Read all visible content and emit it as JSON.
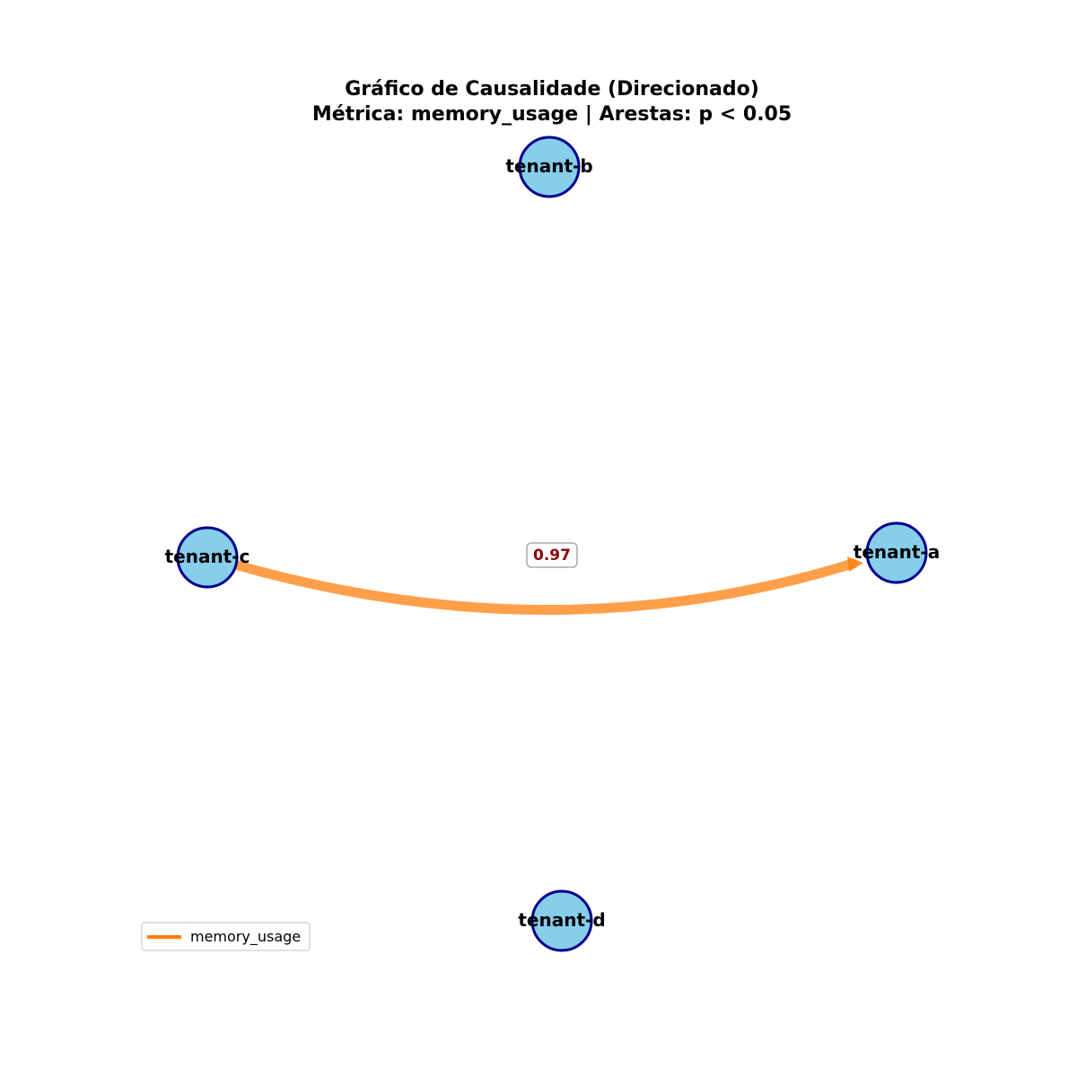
{
  "title": {
    "line1": "Gráfico de Causalidade (Direcionado)",
    "line2": "Métrica: memory_usage | Arestas: p < 0.05"
  },
  "nodes": [
    {
      "id": "tenant-b",
      "label": "tenant-b"
    },
    {
      "id": "tenant-c",
      "label": "tenant-c"
    },
    {
      "id": "tenant-a",
      "label": "tenant-a"
    },
    {
      "id": "tenant-d",
      "label": "tenant-d"
    }
  ],
  "edges": [
    {
      "source": "tenant-c",
      "target": "tenant-a",
      "weight": 0.97,
      "label": "0.97",
      "metric": "memory_usage"
    }
  ],
  "legend": {
    "items": [
      {
        "label": "memory_usage",
        "color": "#ff7f0e"
      }
    ]
  },
  "colors": {
    "node_fill": "#87ceeb",
    "node_stroke": "#00008b",
    "edge": "#ff7f0e",
    "edge_label": "#8b0000",
    "label_box_border": "#aaaaaa"
  }
}
